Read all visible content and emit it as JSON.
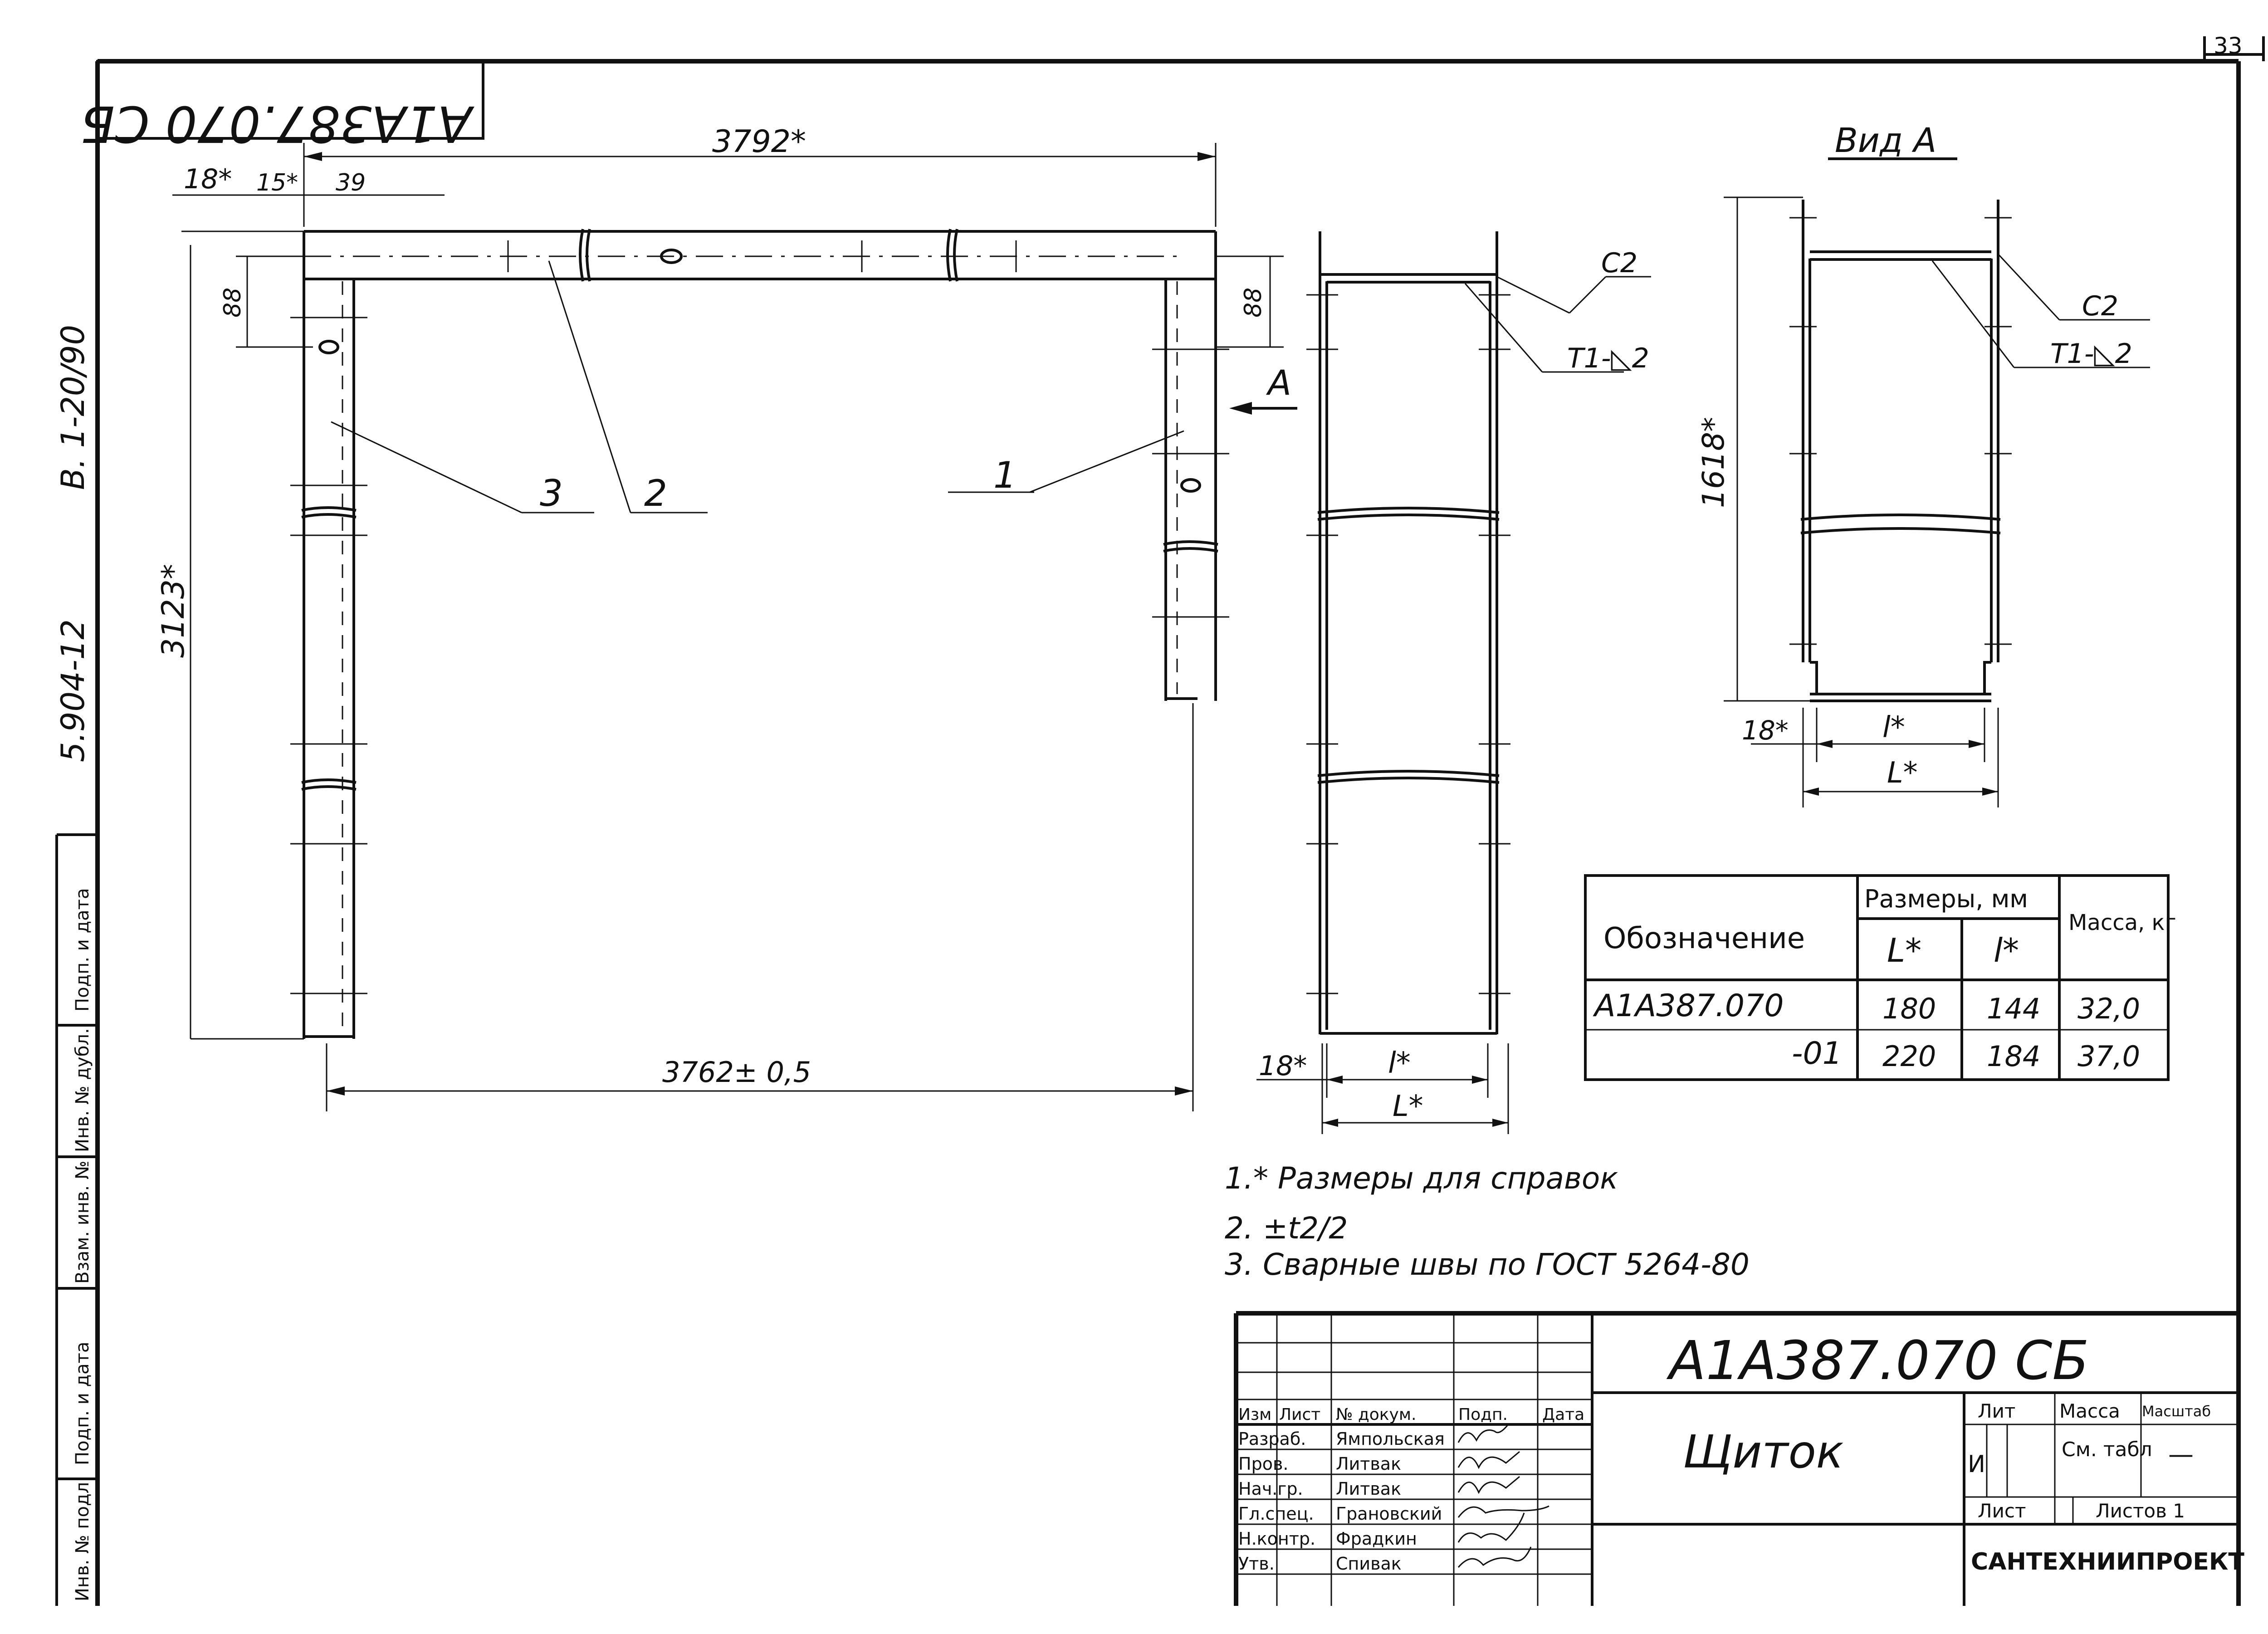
{
  "sheet_number": "33",
  "corner_designation": "А1А387.070 СБ",
  "side_codes": [
    "В. 1-20/90",
    "5.904-12"
  ],
  "side_stamp_labels": [
    "Подп. и дата",
    "Взам. инв. №",
    "Инв. № дубл.",
    "Подп. и дата",
    "Инв. № подл."
  ],
  "dimensions": {
    "top_length": "3792*",
    "offset_18": "18*",
    "offset_15": "15*",
    "width_39": "39",
    "height_88_left": "88",
    "height_88_right": "88",
    "left_height": "3123*",
    "bottom_length": "3762± 0,5",
    "side_18": "18*",
    "side_l": "l*",
    "side_L": "L*",
    "viewA_height": "1618*",
    "viewA_18": "18*",
    "viewA_l": "l*",
    "viewA_L": "L*"
  },
  "view_label": "Вид А",
  "arrow_label": "А",
  "weld_labels": {
    "c2_side": "С2",
    "t1_side": "Т1-◺2",
    "c2_view": "С2",
    "t1_view": "Т1-◺2"
  },
  "callouts": [
    "1",
    "2",
    "3"
  ],
  "table": {
    "header_designation": "Обозначение",
    "header_sizes": "Размеры, мм",
    "header_L": "L*",
    "header_l": "l*",
    "header_mass": "Масса, кг",
    "rows": [
      {
        "designation": "А1А387.070",
        "L": "180",
        "l": "144",
        "mass": "32,0"
      },
      {
        "designation": "-01",
        "L": "220",
        "l": "184",
        "mass": "37,0"
      }
    ]
  },
  "notes": [
    "1.* Размеры для справок",
    "2. ±t2/2",
    "3. Сварные швы по ГОСТ 5264-80"
  ],
  "title_block": {
    "designation": "А1А387.070 СБ",
    "name": "Щиток",
    "col_headers": [
      "Изм",
      "Лист",
      "№ докум.",
      "Подп.",
      "Дата"
    ],
    "roles": [
      {
        "role": "Разраб.",
        "name": "Ямпольская"
      },
      {
        "role": "Пров.",
        "name": "Литвак"
      },
      {
        "role": "Нач.гр.",
        "name": "Литвак"
      },
      {
        "role": "Гл.спец.",
        "name": "Грановский"
      },
      {
        "role": "Н.контр.",
        "name": "Фрадкин"
      },
      {
        "role": "Утв.",
        "name": "Спивак"
      }
    ],
    "lit_label": "Лит",
    "mass_label": "Масса",
    "scale_label": "Масштаб",
    "lit_value": "И",
    "mass_value": "См. табл",
    "scale_value": "—",
    "sheet_label": "Лист",
    "sheets_label": "Листов 1",
    "organization": "САНТЕХНИИПРОЕКТ"
  }
}
